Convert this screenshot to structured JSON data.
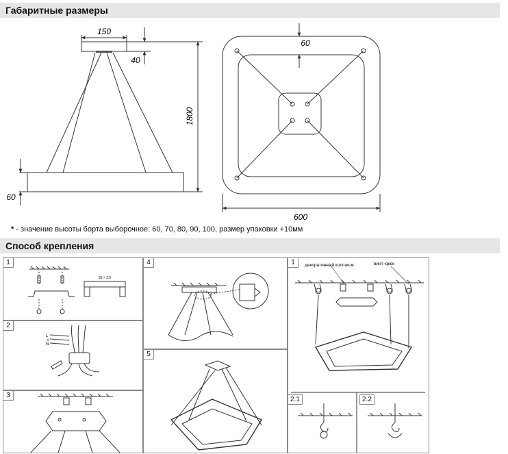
{
  "sections": {
    "dimensions_title": "Габаритные размеры",
    "mounting_title": "Способ крепления"
  },
  "dimensions": {
    "canopy_width": "150",
    "canopy_height": "40",
    "total_height": "1800",
    "frame_height": "60",
    "top_offset": "60",
    "frame_width": "600"
  },
  "note": {
    "star": "*",
    "text": " - значение высоты борта выборочное: 60, 70, 80, 90, 100, размер упаковки +10мм"
  },
  "steps": {
    "s1": "1",
    "s2": "2",
    "s3": "3",
    "s4": "4",
    "s5": "5",
    "r1": "1",
    "r21": "2.1",
    "r22": "2.2"
  },
  "labels": {
    "decorative_cap": "декоративный колпачок",
    "screw_hook": "винт-крюк",
    "bracket_dims": "95 × 2.5",
    "wire_l": "L",
    "wire_n": "N",
    "wire_e": "⏚"
  }
}
